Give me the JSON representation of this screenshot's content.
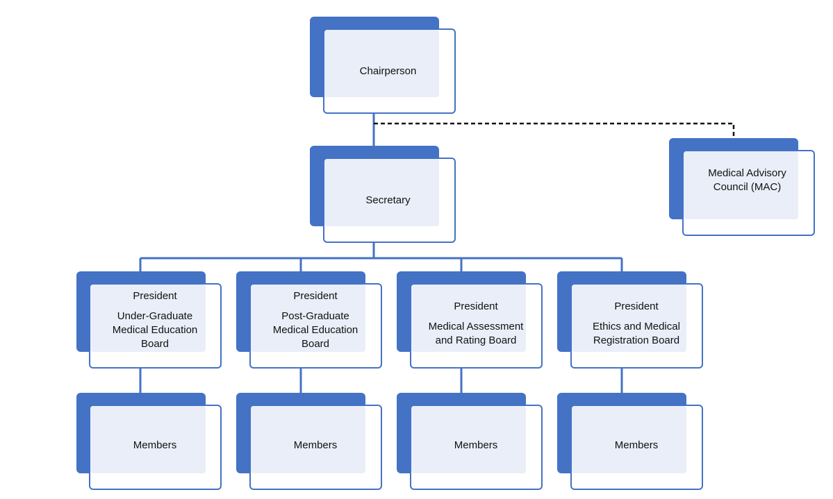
{
  "org_chart": {
    "top": {
      "chairperson": "Chairperson",
      "secretary": "Secretary",
      "advisory": [
        "Medical Advisory",
        "Council (MAC)"
      ]
    },
    "boards": [
      {
        "role": "President",
        "lines": [
          "Under-Graduate",
          "Medical Education",
          "Board"
        ],
        "members": "Members"
      },
      {
        "role": "President",
        "lines": [
          "Post-Graduate",
          "Medical Education",
          "Board"
        ],
        "members": "Members"
      },
      {
        "role": "President",
        "lines": [
          "Medical Assessment",
          "and Rating Board"
        ],
        "members": "Members"
      },
      {
        "role": "President",
        "lines": [
          "Ethics and Medical",
          "Registration Board"
        ],
        "members": "Members"
      }
    ]
  }
}
